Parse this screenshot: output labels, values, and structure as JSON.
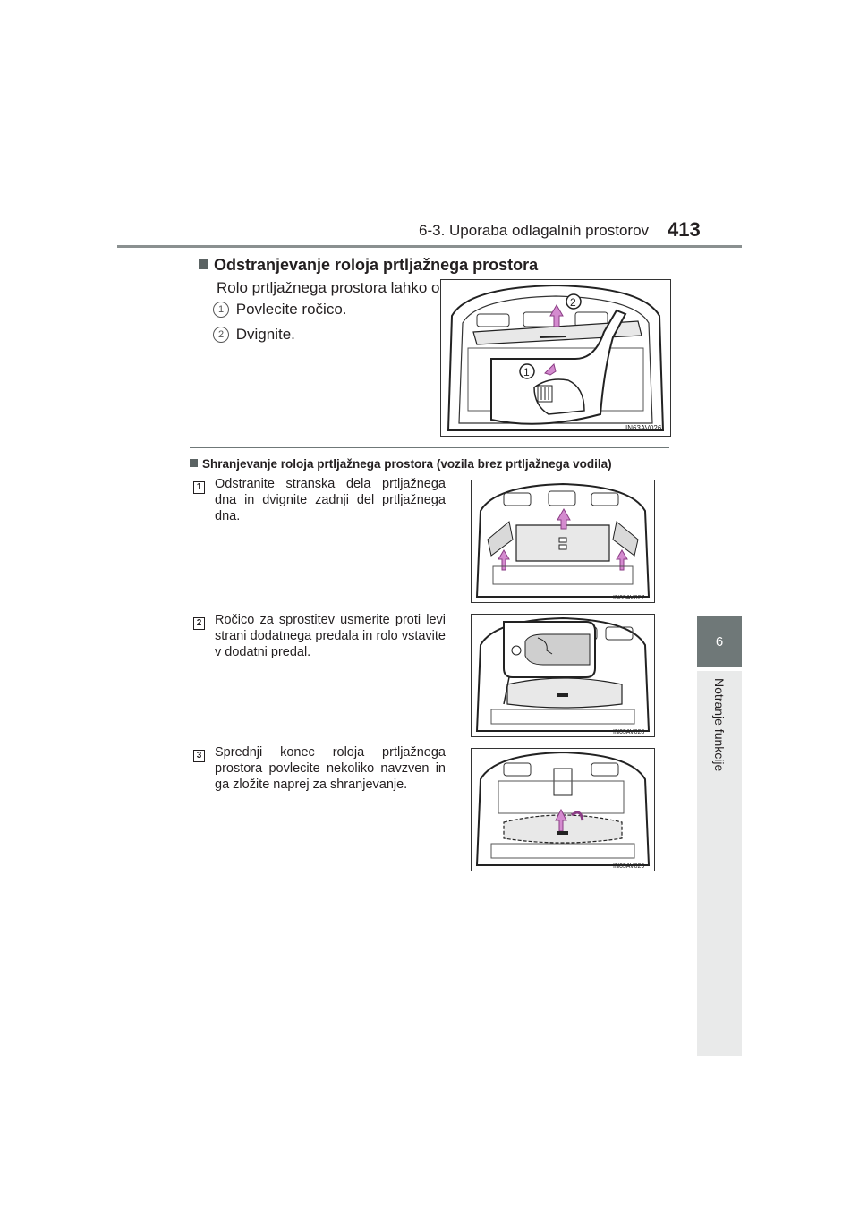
{
  "header": {
    "section": "6-3. Uporaba odlagalnih prostorov",
    "page_number": "413"
  },
  "side_tab": {
    "chapter_number": "6",
    "chapter_title": "Notranje funkcije"
  },
  "section1": {
    "heading": "Odstranjevanje roloja prtljažnega prostora",
    "intro": "Rolo prtljažnega prostora lahko odstranite po spodnjem postopku.",
    "steps": [
      {
        "num": "1",
        "text": "Povlecite ročico."
      },
      {
        "num": "2",
        "text": "Dvignite."
      }
    ],
    "figure": {
      "code": "IN63AV026",
      "callouts": [
        "1",
        "2"
      ]
    }
  },
  "section2": {
    "heading": "Shranjevanje roloja prtljažnega prostora (vozila brez prtljažnega vodila)",
    "steps": [
      {
        "num": "1",
        "text": "Odstranite stranska dela prtljažnega dna in dvignite zadnji del prtljažnega dna.",
        "figure_code": "IN63AV027"
      },
      {
        "num": "2",
        "text": "Ročico za sprostitev usmerite proti levi strani dodatnega predala in rolo vstavite v dodatni predal.",
        "figure_code": "IN63AV028"
      },
      {
        "num": "3",
        "text": "Sprednji konec roloja prtljažnega prostora povlecite nekoliko navzven in ga zložite naprej za shranjevanje.",
        "figure_code": "IN63AV029"
      }
    ]
  },
  "colors": {
    "tab_dark": "#6f7878",
    "tab_light": "#e9eaea",
    "arrow": "#c879c2"
  }
}
